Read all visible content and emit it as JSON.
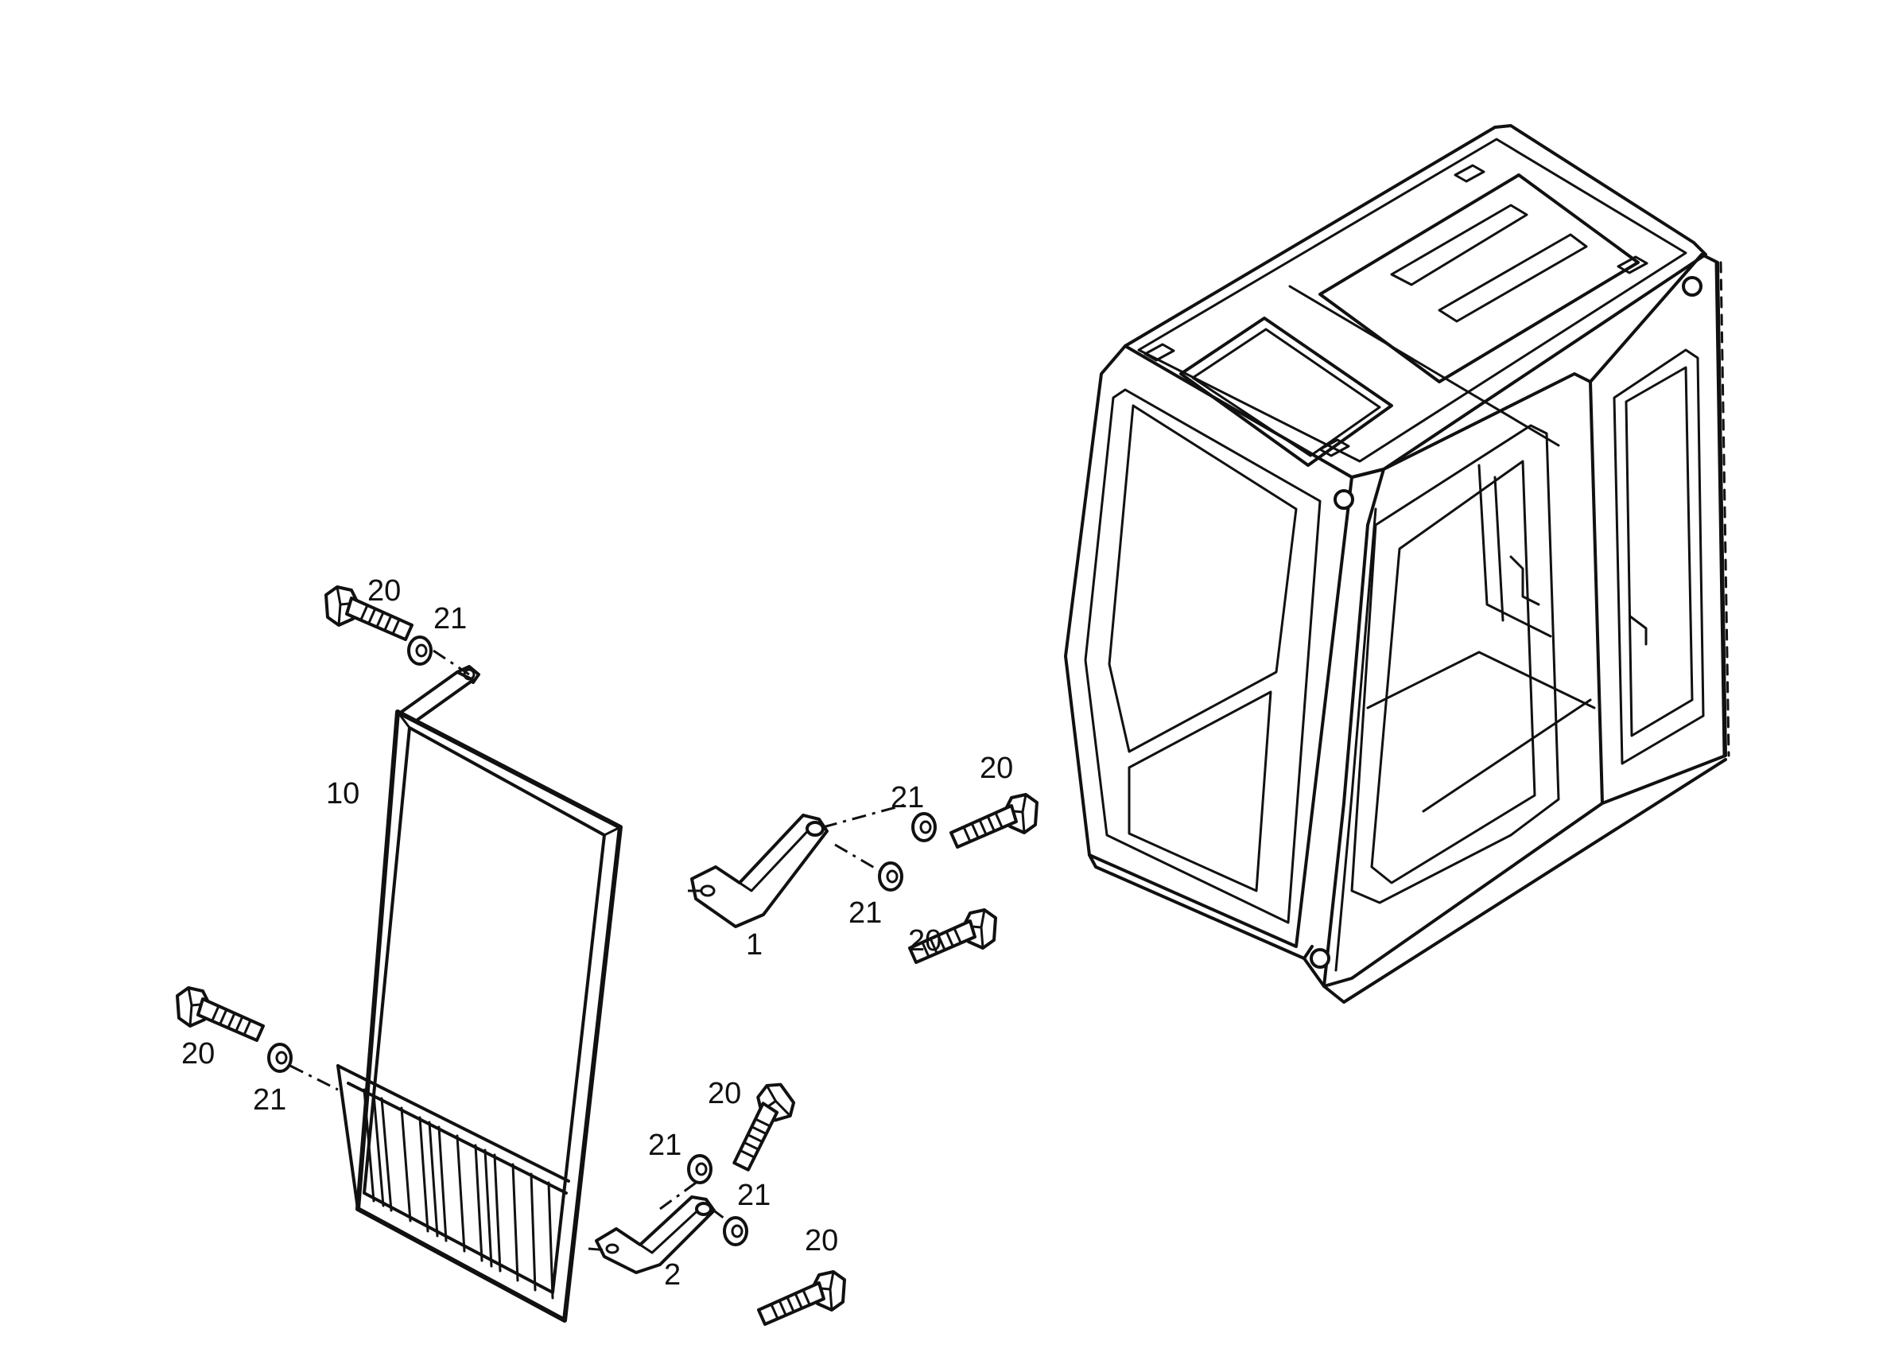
{
  "callouts": [
    {
      "id": "c-20-top",
      "text": "20"
    },
    {
      "id": "c-21-top",
      "text": "21"
    },
    {
      "id": "c-10",
      "text": "10"
    },
    {
      "id": "c-21-mid-a",
      "text": "21"
    },
    {
      "id": "c-20-mid-a",
      "text": "20"
    },
    {
      "id": "c-21-mid-b",
      "text": "21"
    },
    {
      "id": "c-20-mid-b",
      "text": "20"
    },
    {
      "id": "c-1",
      "text": "1"
    },
    {
      "id": "c-20-left",
      "text": "20"
    },
    {
      "id": "c-21-left",
      "text": "21"
    },
    {
      "id": "c-20-low-a",
      "text": "20"
    },
    {
      "id": "c-21-low-a",
      "text": "21"
    },
    {
      "id": "c-21-low-b",
      "text": "21"
    },
    {
      "id": "c-20-low-b",
      "text": "20"
    },
    {
      "id": "c-2",
      "text": "2"
    }
  ]
}
